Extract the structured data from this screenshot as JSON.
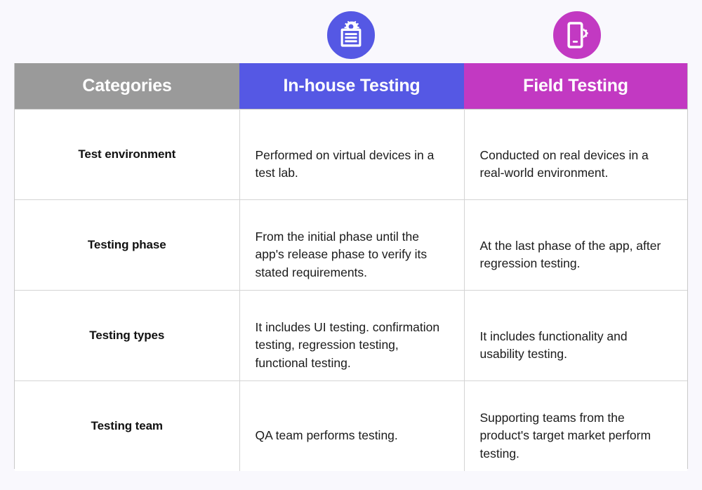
{
  "page": {
    "background_color": "#f9f8fd"
  },
  "table": {
    "header": {
      "categories": {
        "label": "Categories",
        "color": "#9a9a9a"
      },
      "in_house": {
        "label": "In-house Testing",
        "color": "#5558e4",
        "icon": "clipboard-gear-icon"
      },
      "field": {
        "label": "Field Testing",
        "color": "#c239c2",
        "icon": "smartphone-gear-icon"
      }
    },
    "rows": [
      {
        "category": "Test environment",
        "in_house": "Performed on virtual devices in a test lab.",
        "field": "Conducted on real devices in a real-world environment."
      },
      {
        "category": "Testing phase",
        "in_house": "From the initial phase until the app's release phase to verify its stated requirements.",
        "field": "At the last phase of the app, after regression testing."
      },
      {
        "category": "Testing types",
        "in_house": "It includes UI testing. confirmation testing, regression testing, functional testing.",
        "field": "It includes functionality and usability testing."
      },
      {
        "category": "Testing team",
        "in_house": "QA team performs testing.",
        "field": "Supporting teams from the product's target market perform testing."
      }
    ]
  }
}
